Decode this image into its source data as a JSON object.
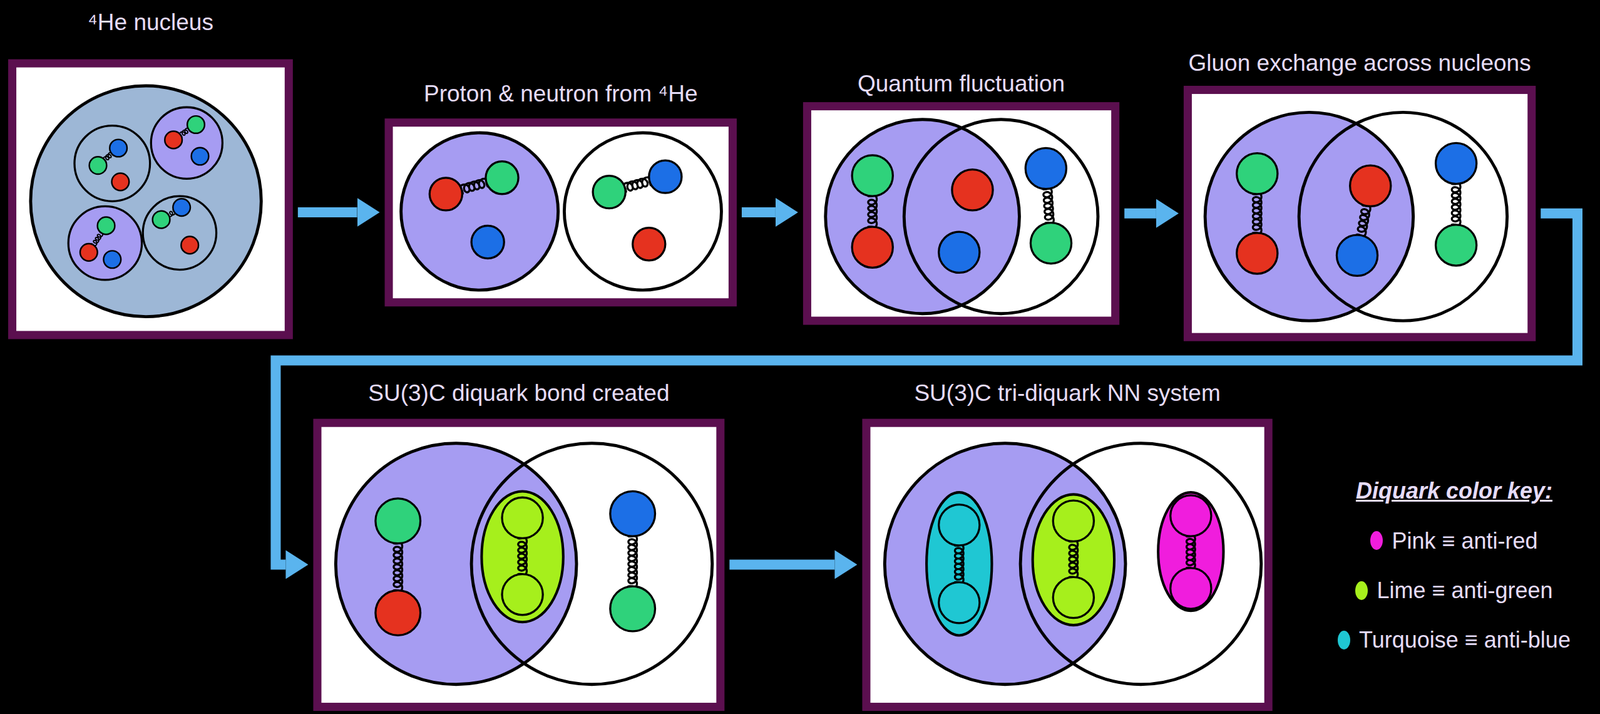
{
  "diagram": {
    "nodes": [
      {
        "text": [
          "⁴He nucleus"
        ]
      },
      {
        "text": [
          "Proton & neutron from ⁴He"
        ]
      },
      {
        "text": [
          "Quantum fluctuation"
        ]
      },
      {
        "text": [
          "Gluon exchange across nucleons"
        ]
      },
      {
        "text": [
          "SU(3)C diquark bond created"
        ]
      },
      {
        "text": [
          "SU(3)C tri-diquark NN system"
        ]
      }
    ],
    "edges": [
      {
        "from": 0,
        "to": 1,
        "arrow": "to"
      },
      {
        "from": 1,
        "to": 2,
        "arrow": "to"
      },
      {
        "from": 2,
        "to": 3,
        "arrow": "to"
      },
      {
        "from": 3,
        "to": 4,
        "arrow": "to"
      },
      {
        "from": 4,
        "to": 5,
        "arrow": "to"
      }
    ],
    "labels": [
      "Diquark color key:"
    ],
    "legend": [
      {
        "text": "Pink ≡ anti-red",
        "color": "#f01ddd"
      },
      {
        "text": "Lime ≡ anti-green",
        "color": "#a6ef1c"
      },
      {
        "text": "Turquoise ≡ anti-blue",
        "color": "#1fc7d3"
      }
    ]
  }
}
